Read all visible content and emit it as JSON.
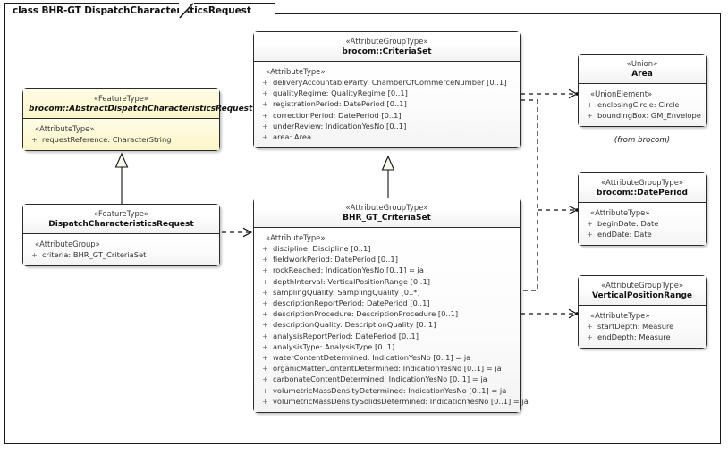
{
  "diagram": {
    "frame_label": "class BHR-GT DispatchCharacteristicsRequest",
    "from_note": "(from brocom)"
  },
  "classes": {
    "abstract_dispatch": {
      "stereotype": "«FeatureType»",
      "name": "brocom::AbstractDispatchCharacteristicsRequest",
      "group": "«AttributeType»",
      "attributes": [
        {
          "vis": "+",
          "sig": "requestReference: CharacterString"
        }
      ]
    },
    "dispatch_request": {
      "stereotype": "«FeatureType»",
      "name": "DispatchCharacteristicsRequest",
      "group": "«AttributeGroup»",
      "attributes": [
        {
          "vis": "+",
          "sig": "criteria: BHR_GT_CriteriaSet"
        }
      ]
    },
    "brocom_criteriaset": {
      "stereotype": "«AttributeGroupType»",
      "name": "brocom::CriteriaSet",
      "group": "«AttributeType»",
      "attributes": [
        {
          "vis": "+",
          "sig": "deliveryAccountableParty: ChamberOfCommerceNumber [0..1]"
        },
        {
          "vis": "+",
          "sig": "qualityRegime: QualityRegime [0..1]"
        },
        {
          "vis": "+",
          "sig": "registrationPeriod: DatePeriod [0..1]"
        },
        {
          "vis": "+",
          "sig": "correctionPeriod: DatePeriod [0..1]"
        },
        {
          "vis": "+",
          "sig": "underReview: IndicationYesNo [0..1]"
        },
        {
          "vis": "+",
          "sig": "area: Area"
        }
      ]
    },
    "bhr_gt_criteriaset": {
      "stereotype": "«AttributeGroupType»",
      "name": "BHR_GT_CriteriaSet",
      "group": "«AttributeType»",
      "attributes": [
        {
          "vis": "+",
          "sig": "discipline: Discipline [0..1]"
        },
        {
          "vis": "+",
          "sig": "fieldworkPeriod: DatePeriod [0..1]"
        },
        {
          "vis": "+",
          "sig": "rockReached: IndicationYesNo [0..1] = ja"
        },
        {
          "vis": "+",
          "sig": "depthInterval: VerticalPositionRange [0..1]"
        },
        {
          "vis": "+",
          "sig": "samplingQuality: SamplingQuality [0..*]"
        },
        {
          "vis": "+",
          "sig": "descriptionReportPeriod: DatePeriod [0..1]"
        },
        {
          "vis": "+",
          "sig": "descriptionProcedure: DescriptionProcedure [0..1]"
        },
        {
          "vis": "+",
          "sig": "descriptionQuality: DescriptionQuality [0..1]"
        },
        {
          "vis": "+",
          "sig": "analysisReportPeriod: DatePeriod [0..1]"
        },
        {
          "vis": "+",
          "sig": "analysisType: AnalysisType [0..1]"
        },
        {
          "vis": "+",
          "sig": "waterContentDetermined: IndicationYesNo [0..1] = ja"
        },
        {
          "vis": "+",
          "sig": "organicMatterContentDetermined: IndicationYesNo [0..1] = ja"
        },
        {
          "vis": "+",
          "sig": "carbonateContentDetermined: IndicationYesNo [0..1] = ja"
        },
        {
          "vis": "+",
          "sig": "volumetricMassDensityDetermined: IndicationYesNo [0..1] = ja"
        },
        {
          "vis": "+",
          "sig": "volumetricMassDensitySolidsDetermined: IndicationYesNo [0..1] = ja"
        }
      ]
    },
    "area": {
      "stereotype": "«Union»",
      "name": "Area",
      "group": "«UnionElement»",
      "attributes": [
        {
          "vis": "+",
          "sig": "enclosingCircle: Circle"
        },
        {
          "vis": "+",
          "sig": "boundingBox: GM_Envelope"
        }
      ]
    },
    "date_period": {
      "stereotype": "«AttributeGroupType»",
      "name": "brocom::DatePeriod",
      "group": "«AttributeType»",
      "attributes": [
        {
          "vis": "+",
          "sig": "beginDate: Date"
        },
        {
          "vis": "+",
          "sig": "endDate: Date"
        }
      ]
    },
    "vertical_position_range": {
      "stereotype": "«AttributeGroupType»",
      "name": "VerticalPositionRange",
      "group": "«AttributeType»",
      "attributes": [
        {
          "vis": "+",
          "sig": "startDepth: Measure"
        },
        {
          "vis": "+",
          "sig": "endDepth: Measure"
        }
      ]
    }
  },
  "connectors": [
    {
      "name": "generalization-dispatch-to-abstract",
      "kind": "generalization"
    },
    {
      "name": "generalization-bhrgt-to-brocom-criteriaset",
      "kind": "generalization"
    },
    {
      "name": "dependency-dispatch-to-bhrgt-criteriaset",
      "kind": "dependency"
    },
    {
      "name": "dependency-criteriaset-to-area",
      "kind": "dependency"
    },
    {
      "name": "dependency-criteriaset-to-dateperiod",
      "kind": "dependency"
    },
    {
      "name": "dependency-bhrgt-to-verticalpositionrange",
      "kind": "dependency"
    }
  ],
  "colors": {
    "highlight": "#fbf6c8",
    "border": "#2b2b2b",
    "text": "#333333"
  }
}
